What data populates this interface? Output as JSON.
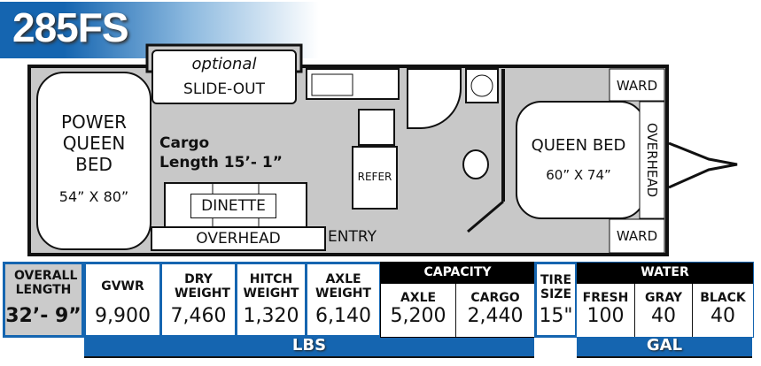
{
  "model": "285FS",
  "floorplan": {
    "slide_out_optional": "optional",
    "slide_out": "SLIDE-OUT",
    "rear_bed": "POWER\nQUEEN\nBED",
    "rear_bed_size": "54” X 80”",
    "cargo_label": "Cargo",
    "cargo_length": "Length 15’- 1”",
    "dinette": "DINETTE",
    "overhead_side": "OVERHEAD",
    "entry": "ENTRY",
    "refer": "REFER",
    "front_bed": "QUEEN BED",
    "front_bed_size": "60” X 74”",
    "overhead_front": "OVERHEAD",
    "ward_top": "WARD",
    "ward_bottom": "WARD"
  },
  "specs": {
    "overall_length": {
      "label": "OVERALL LENGTH",
      "value": "32’- 9”"
    },
    "gvwr": {
      "label": "GVWR",
      "value": "9,900"
    },
    "dry_weight": {
      "label": "DRY WEIGHT",
      "value": "7,460"
    },
    "hitch_weight": {
      "label": "HITCH WEIGHT",
      "value": "1,320"
    },
    "axle_weight": {
      "label": "AXLE WEIGHT",
      "value": "6,140"
    },
    "capacity": {
      "label": "CAPACITY",
      "axle_label": "AXLE",
      "axle": "5,200",
      "cargo_label": "CARGO",
      "cargo": "2,440"
    },
    "tire_size": {
      "label": "TIRE SIZE",
      "value": "15\""
    },
    "water": {
      "label": "WATER",
      "fresh_label": "FRESH",
      "fresh": "100",
      "gray_label": "GRAY",
      "gray": "40",
      "black_label": "BLACK",
      "black": "40"
    },
    "lbs_unit": "LBS",
    "gal_unit": "GAL"
  },
  "colors": {
    "brand_blue": "#1565b0",
    "floor_gray": "#c8c8c8"
  }
}
